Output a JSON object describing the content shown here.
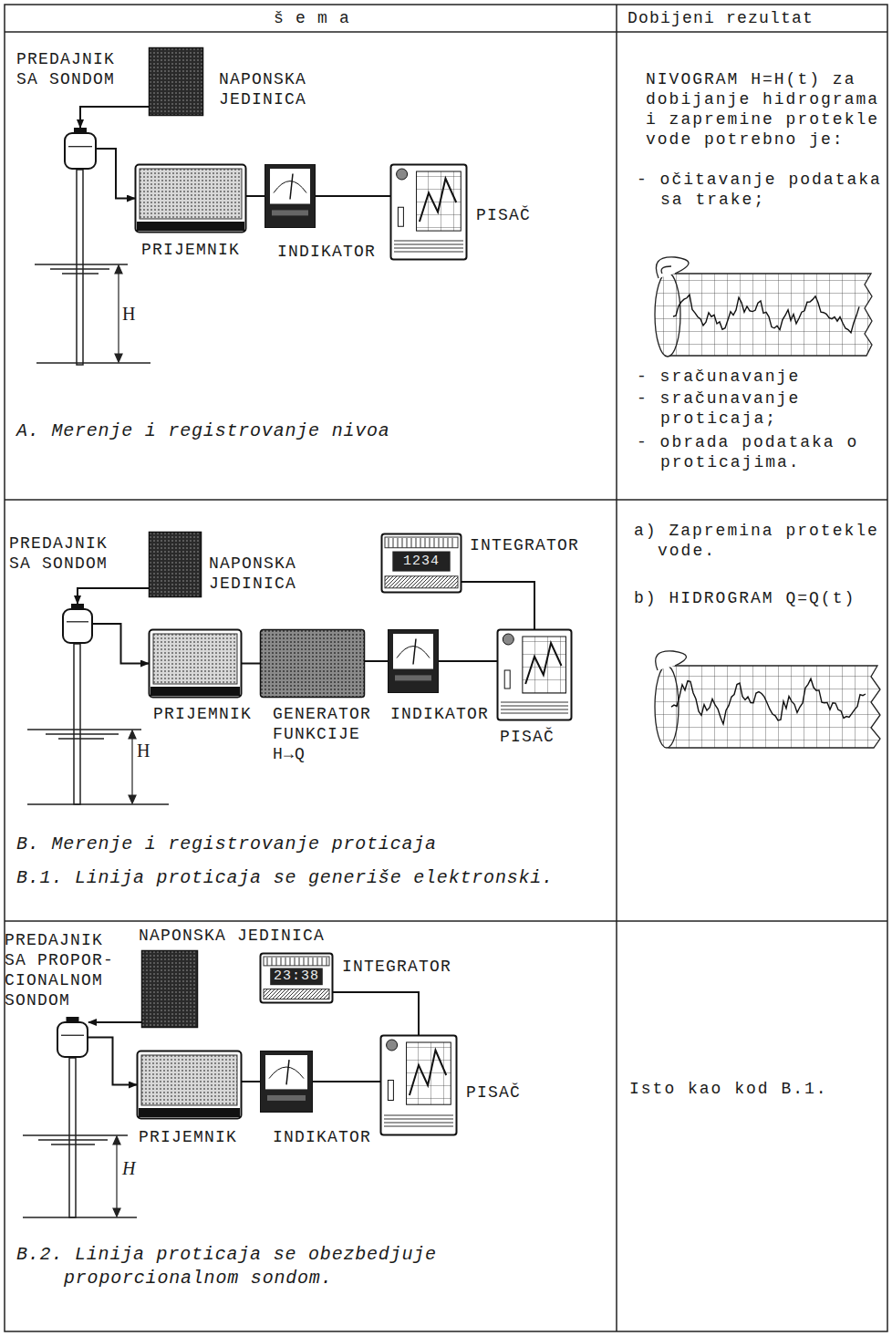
{
  "diagram": {
    "nodes": [
      {
        "text": [
          "PREDAJNIK SA SONDOM"
        ]
      },
      {
        "text": [
          "NAPONSKA JEDINICA"
        ]
      },
      {
        "text": [
          "PRIJEMNIK"
        ]
      },
      {
        "text": [
          "INDIKATOR"
        ]
      },
      {
        "text": [
          "PISAČ"
        ]
      },
      {
        "text": [
          "PREDAJNIK SA SONDOM"
        ]
      },
      {
        "text": [
          "NAPONSKA JEDINICA"
        ]
      },
      {
        "text": [
          "INTEGRATOR",
          "1234"
        ]
      },
      {
        "text": [
          "PRIJEMNIK"
        ]
      },
      {
        "text": [
          "GENERATOR FUNKCIJE H→Q"
        ]
      },
      {
        "text": [
          "INDIKATOR"
        ]
      },
      {
        "text": [
          "PISAČ"
        ]
      },
      {
        "text": [
          "PREDAJNIK SA PROPOR- CIONALNOM SONDOM"
        ]
      },
      {
        "text": [
          "NAPONSKA JEDINICA"
        ]
      },
      {
        "text": [
          "INTEGRATOR",
          "23:38"
        ]
      },
      {
        "text": [
          "PRIJEMNIK"
        ]
      },
      {
        "text": [
          "INDIKATOR"
        ]
      },
      {
        "text": [
          "PISAČ"
        ]
      }
    ],
    "edges": [
      {
        "from": 1,
        "to": 0,
        "arrow": "to"
      },
      {
        "from": 0,
        "to": 2,
        "arrow": "to"
      },
      {
        "from": 2,
        "to": 3,
        "arrow": "none"
      },
      {
        "from": 3,
        "to": 4,
        "arrow": "none"
      },
      {
        "from": 6,
        "to": 5,
        "arrow": "to"
      },
      {
        "from": 5,
        "to": 8,
        "arrow": "to"
      },
      {
        "from": 8,
        "to": 9,
        "arrow": "none"
      },
      {
        "from": 9,
        "to": 10,
        "arrow": "none"
      },
      {
        "from": 10,
        "to": 11,
        "arrow": "none"
      },
      {
        "from": 11,
        "to": 7,
        "arrow": "none"
      },
      {
        "from": 13,
        "to": 12,
        "arrow": "to"
      },
      {
        "from": 12,
        "to": 15,
        "arrow": "to"
      },
      {
        "from": 15,
        "to": 16,
        "arrow": "none"
      },
      {
        "from": 16,
        "to": 17,
        "arrow": "none"
      },
      {
        "from": 17,
        "to": 14,
        "arrow": "none"
      }
    ],
    "labels": [
      "š e m a",
      "Dobijeni rezultat",
      "H",
      "A. Merenje i registrovanje nivoa",
      "NIVOGRAM H=H(t) za dobijanje hidrograma i zapremine protekle vode potrebno je:",
      "- očitavanje podataka sa trake;",
      "- sračunavanje",
      "- sračunavanje proticaja;",
      "- obrada podataka o proticajima.",
      "H",
      "B. Merenje i registrovanje proticaja",
      "B.1. Linija proticaja se generiše elektronski.",
      "a) Zapremina protekle vode.",
      "b) HIDROGRAM Q=Q(t)",
      "H",
      "B.2. Linija proticaja se obezbedjuje proporcionalnom sondom.",
      "Isto kao kod B.1."
    ]
  }
}
